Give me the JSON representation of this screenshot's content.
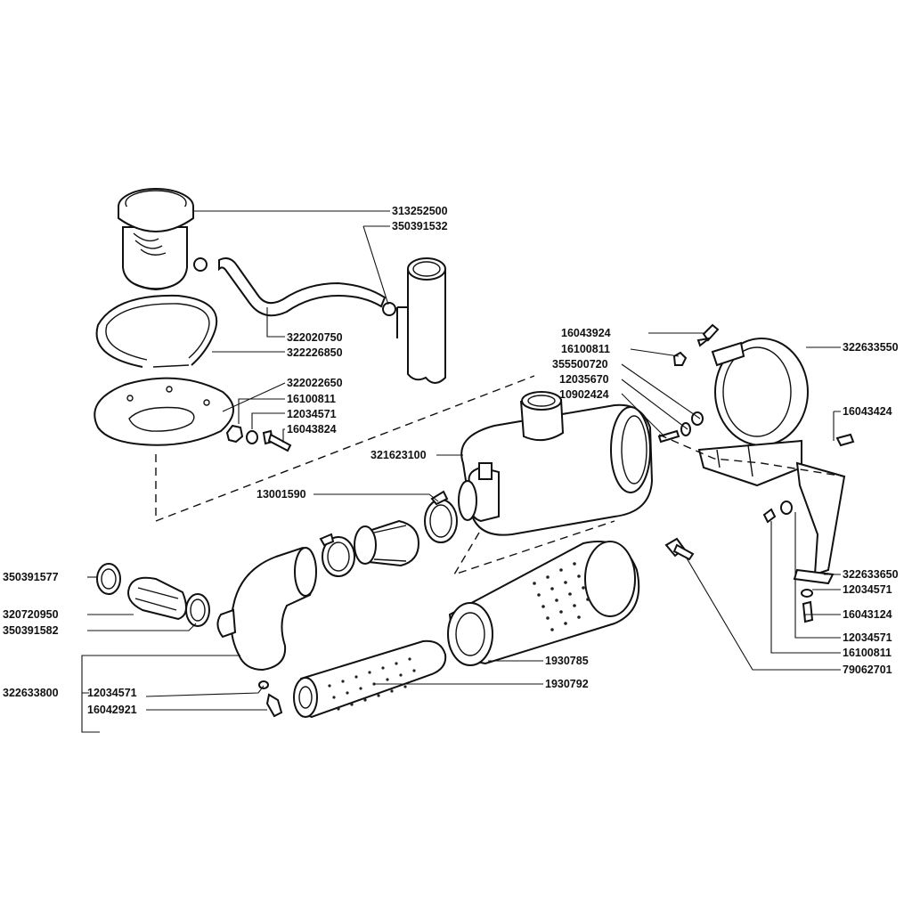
{
  "labels": {
    "p313252500": "313252500",
    "p350391532": "350391532",
    "p322020750": "322020750",
    "p322226850": "322226850",
    "p322022650": "322022650",
    "p16100811_a": "16100811",
    "p12034571_a": "12034571",
    "p16043824": "16043824",
    "p16043924": "16043924",
    "p16100811_b": "16100811",
    "p355500720": "355500720",
    "p12035670": "12035670",
    "p10902424": "10902424",
    "p322633550": "322633550",
    "p16043424": "16043424",
    "p321623100": "321623100",
    "p13001590": "13001590",
    "p350391577": "350391577",
    "p320720950": "320720950",
    "p350391582": "350391582",
    "p322633800": "322633800",
    "p12034571_b": "12034571",
    "p16042921": "16042921",
    "p1930785": "1930785",
    "p1930792": "1930792",
    "p322633650": "322633650",
    "p12034571_c": "12034571",
    "p16043124": "16043124",
    "p12034571_d": "12034571",
    "p16100811_c": "16100811",
    "p79062701": "79062701"
  }
}
